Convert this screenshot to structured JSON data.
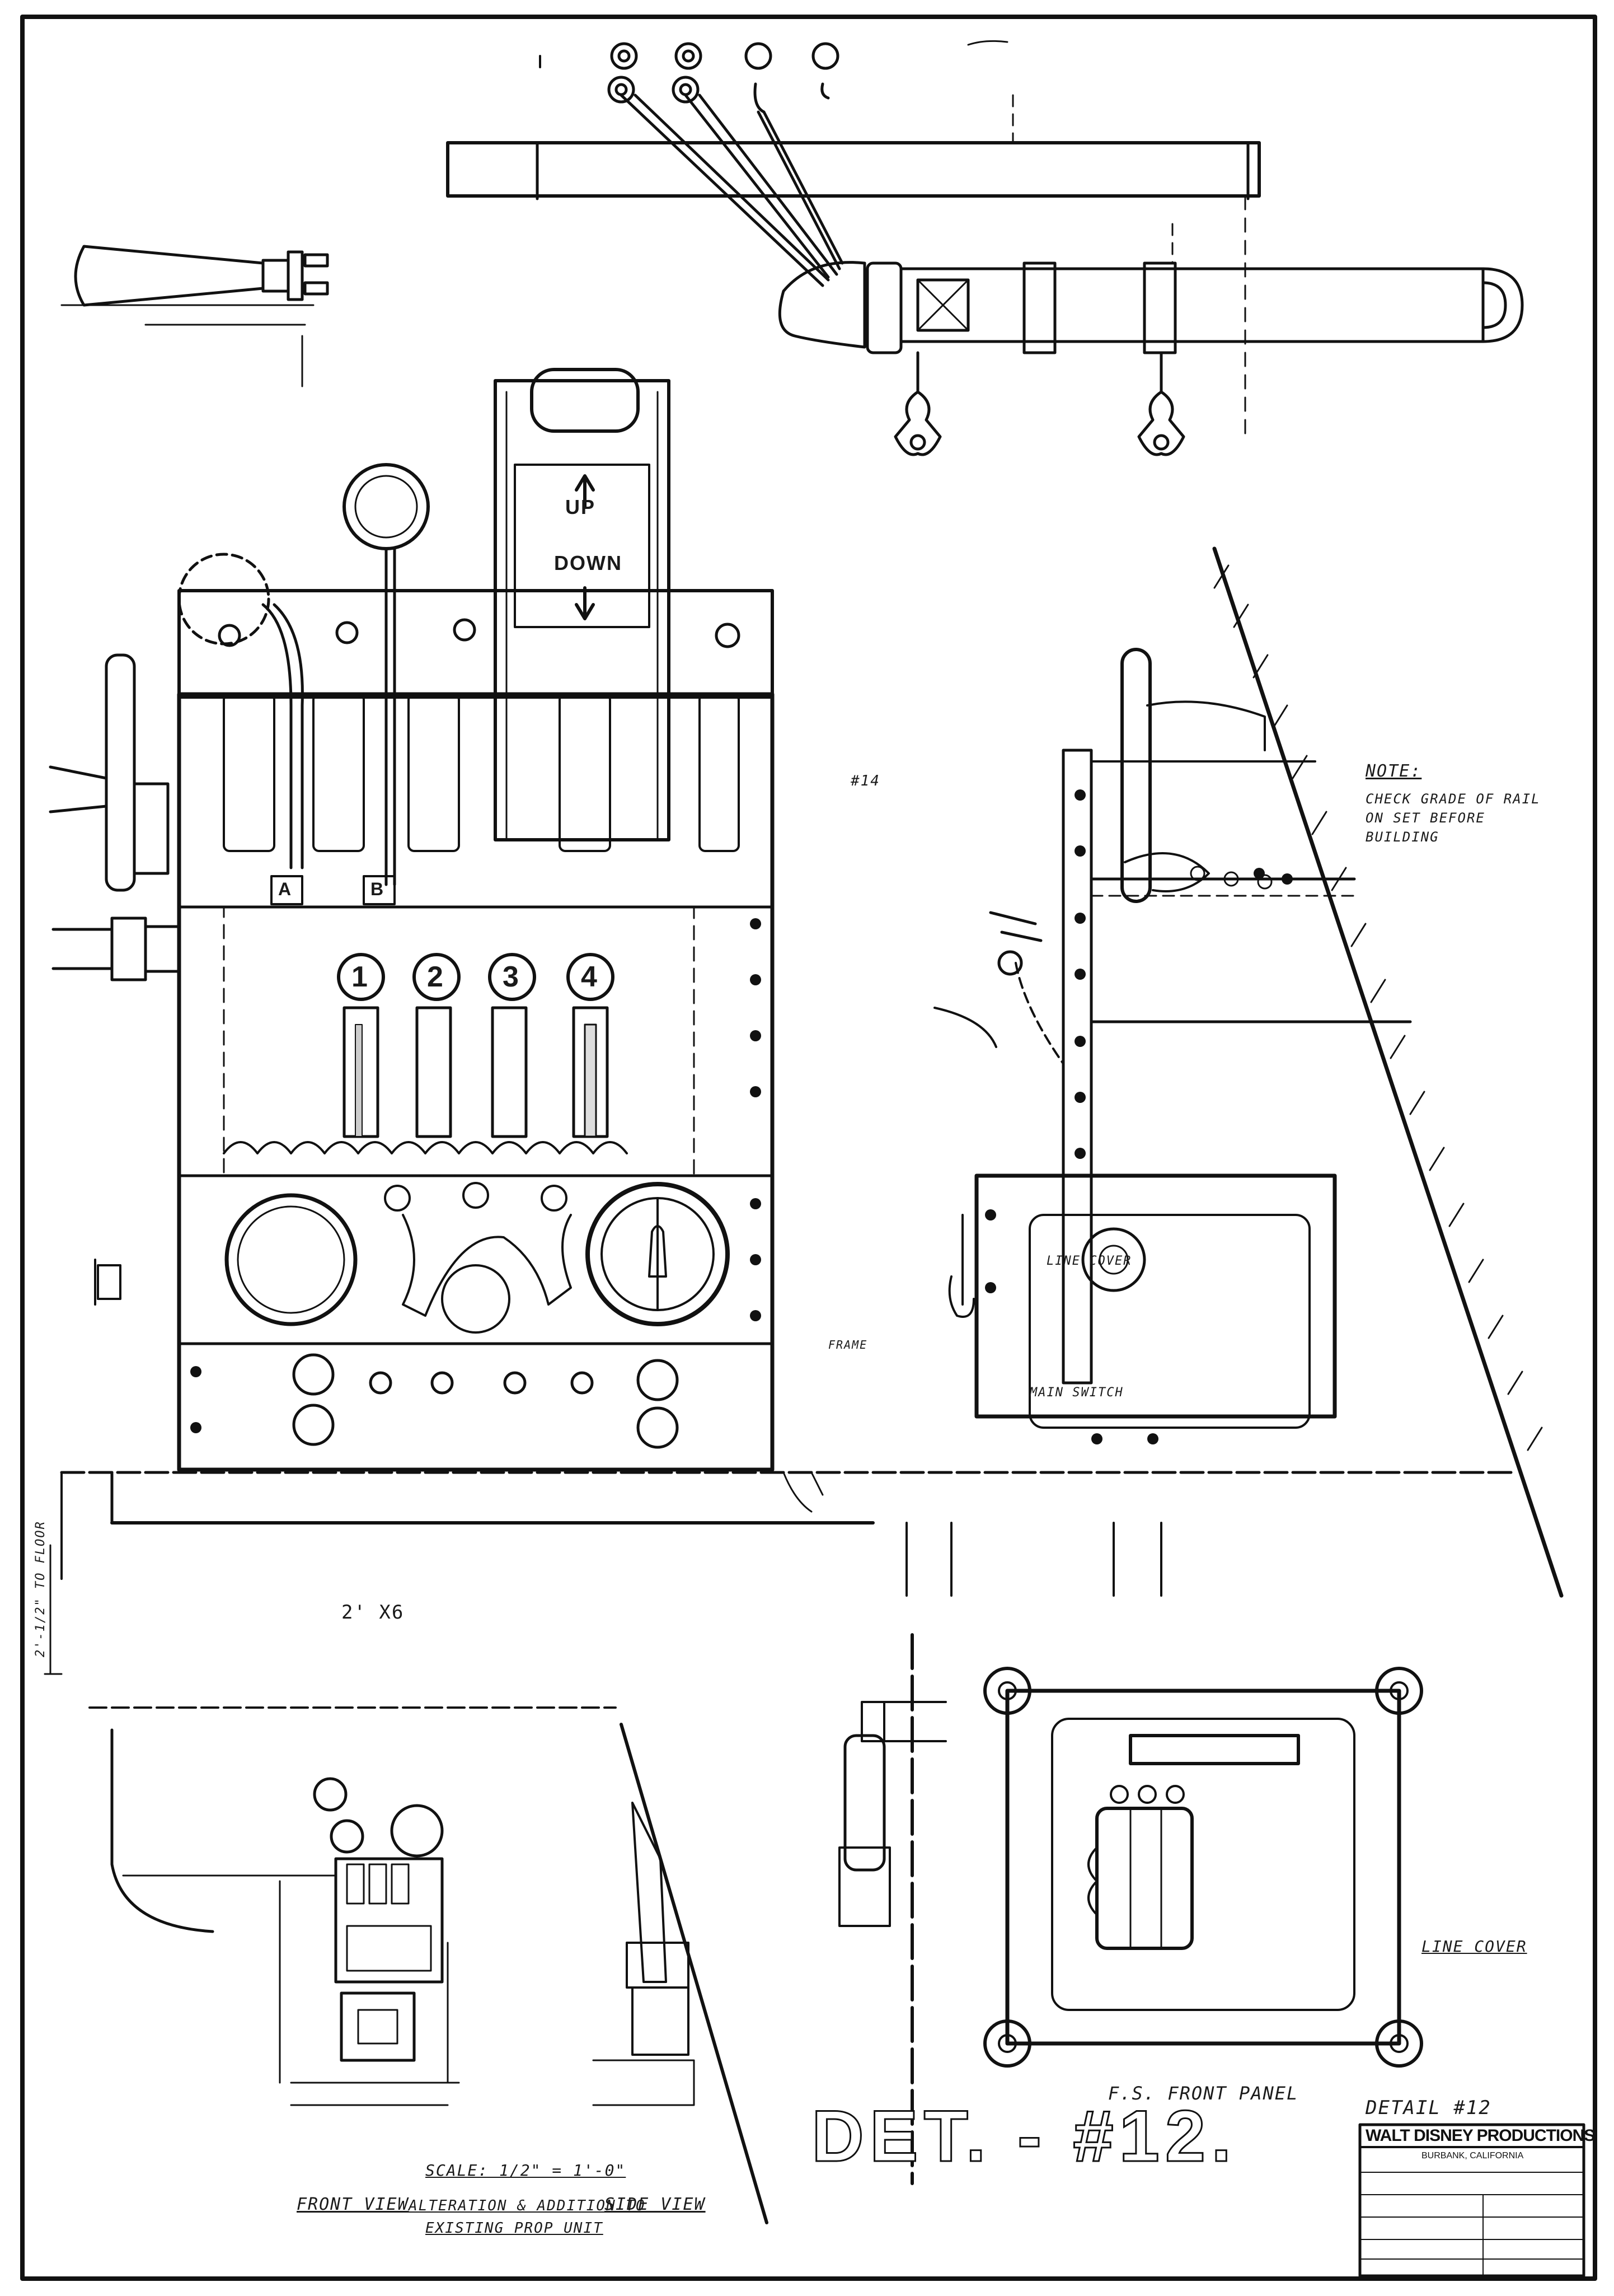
{
  "drawing": {
    "up_label": "UP",
    "down_label": "DOWN",
    "lever_letters": [
      "A",
      "B"
    ],
    "lever_numbers": [
      "1",
      "2",
      "3",
      "4"
    ],
    "dim_2x6": "2' X6",
    "dim_vertical": "2'-1/2\" TO FLOOR",
    "note_heading": "NOTE:",
    "note_body": "CHECK GRADE OF RAIL ON SET BEFORE BUILDING",
    "detail_title": "DET. - #12.",
    "detail_corner": "DETAIL #12",
    "front_view": "FRONT VIEW",
    "side_view": "SIDE VIEW",
    "fs_front_panel": "F.S. FRONT PANEL",
    "line_cover": "LINE COVER",
    "scale": "SCALE: 1/2\" = 1'-0\"",
    "caption_line1": "ALTERATION & ADDITION TO",
    "caption_line2": "EXISTING PROP UNIT",
    "frame_label": "FRAME",
    "main_switch": "MAIN SWITCH",
    "rod_guard": "LINE COVER",
    "steam_number": "#14"
  },
  "title_block": {
    "company": "WALT DISNEY PRODUCTIONS",
    "location": "BURBANK, CALIFORNIA"
  }
}
